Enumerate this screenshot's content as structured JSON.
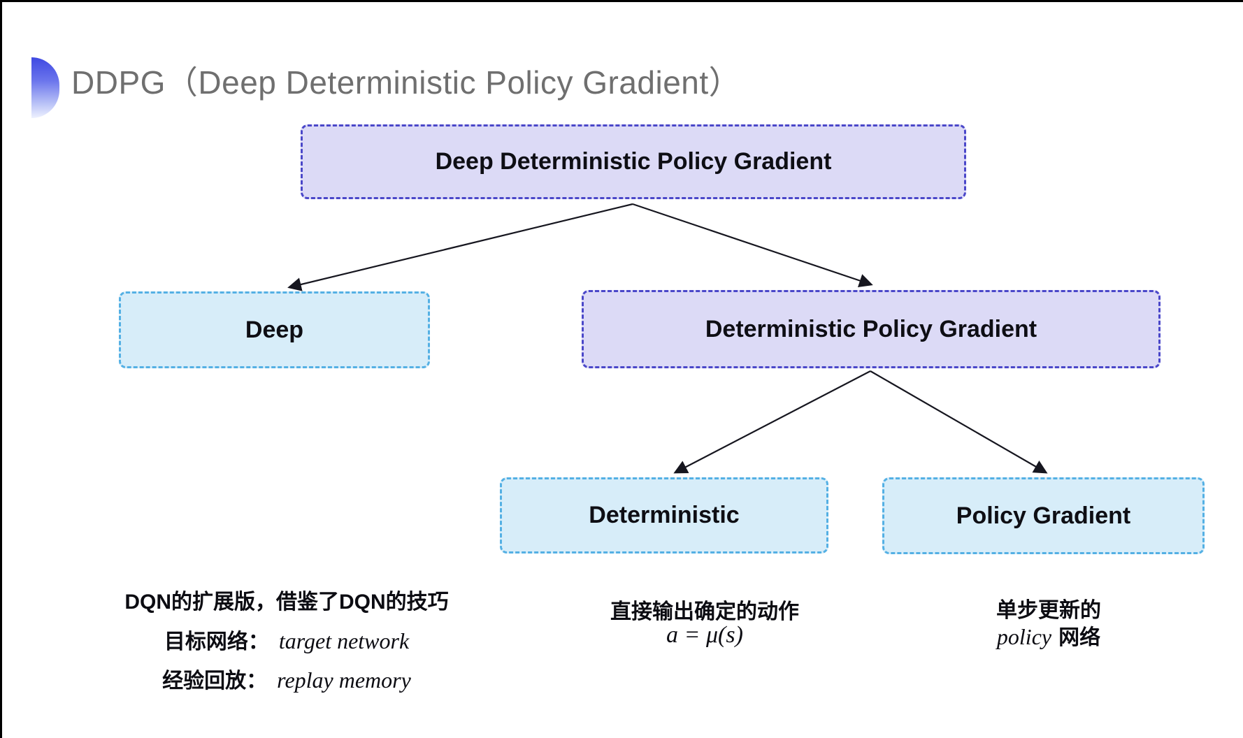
{
  "slide": {
    "title": "DDPG（Deep Deterministic Policy Gradient）"
  },
  "tree": {
    "root": {
      "label": "Deep Deterministic Policy Gradient"
    },
    "children": [
      {
        "label": "Deep"
      },
      {
        "label": "Deterministic Policy Gradient"
      }
    ],
    "grandchildren": [
      {
        "label": "Deterministic"
      },
      {
        "label": "Policy Gradient"
      }
    ]
  },
  "notes": {
    "deep": {
      "line1": "DQN的扩展版，借鉴了DQN的技巧",
      "line2_label": "目标网络：",
      "line2_term": "target network",
      "line3_label": "经验回放：",
      "line3_term": "replay memory"
    },
    "deterministic": {
      "line1": "直接输出确定的动作",
      "formula": "a = μ(s)"
    },
    "policy_gradient": {
      "line1": "单步更新的",
      "term": "policy",
      "suffix": "网络"
    }
  },
  "colors": {
    "purple_fill": "#dcdaf6",
    "purple_border": "#4a47c9",
    "blue_fill": "#d7edf9",
    "blue_border": "#54b0e4",
    "arrow": "#16161f",
    "title_gray": "#6f6f6f",
    "bullet_blue": "#3f49e2"
  }
}
